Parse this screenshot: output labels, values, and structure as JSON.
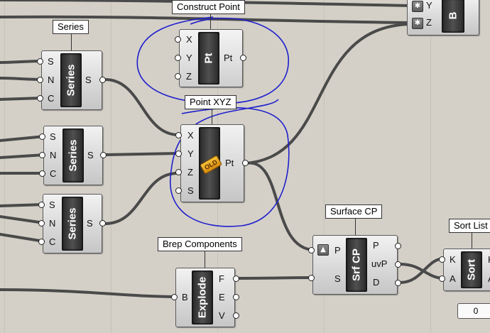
{
  "canvas": {
    "background": "#d4d0c8",
    "wire_color": "#4a4a4a",
    "highlight_color": "#1f1fcc"
  },
  "components": {
    "construct_point": {
      "tag": "Construct Point",
      "core": "Pt",
      "inputs": [
        "X",
        "Y",
        "Z"
      ],
      "outputs": [
        "Pt"
      ]
    },
    "point_xyz": {
      "tag": "Point XYZ",
      "core_badge": "OLD",
      "inputs": [
        "X",
        "Y",
        "Z",
        "S"
      ],
      "outputs": [
        "Pt"
      ]
    },
    "series_1": {
      "tag": "Series",
      "core": "Series",
      "inputs": [
        "S",
        "N",
        "C"
      ],
      "outputs": [
        "S"
      ]
    },
    "series_2": {
      "core": "Series",
      "inputs": [
        "S",
        "N",
        "C"
      ],
      "outputs": [
        "S"
      ]
    },
    "series_3": {
      "core": "Series",
      "inputs": [
        "S",
        "N",
        "C"
      ],
      "outputs": [
        "S"
      ]
    },
    "surface_cp": {
      "tag": "Surface CP",
      "core": "Srf CP",
      "inputs": [
        "P",
        "S"
      ],
      "outputs": [
        "P",
        "uvP",
        "D"
      ],
      "input_icon": "arrow-up-icon"
    },
    "brep_components": {
      "tag": "Brep Components",
      "core": "Explode",
      "inputs": [
        "B"
      ],
      "outputs": [
        "F",
        "E",
        "V"
      ]
    },
    "sort_list": {
      "tag": "Sort List",
      "core": "Sort",
      "inputs": [
        "K",
        "A"
      ],
      "outputs": [
        "K",
        "A"
      ]
    },
    "top_right": {
      "pins": [
        "Y",
        "Z"
      ],
      "core_label": "B",
      "icon": "asterisk-icon"
    },
    "number_panel": {
      "value": "0"
    }
  }
}
